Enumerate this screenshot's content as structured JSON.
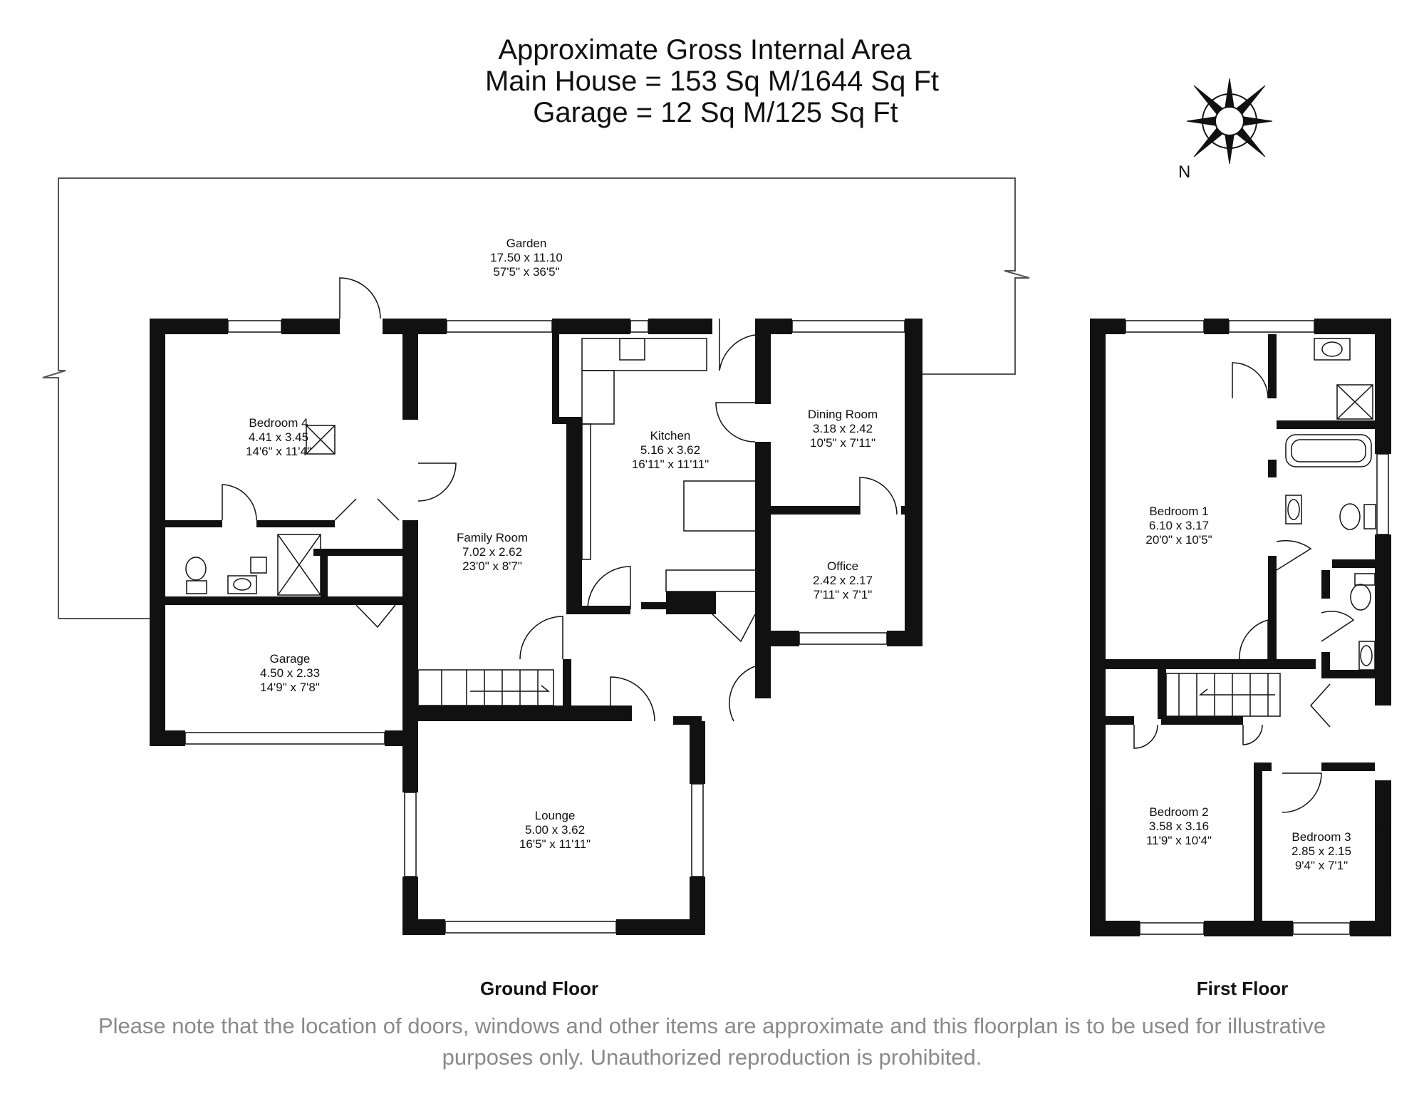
{
  "title": {
    "line1": "Approximate Gross Internal Area",
    "line2": "Main House = 153 Sq M/1644 Sq Ft",
    "line3": "Garage = 12 Sq M/125 Sq Ft"
  },
  "compass": {
    "north_label": "N",
    "icon": "compass-rose-icon"
  },
  "rooms": {
    "garden": {
      "name": "Garden",
      "metric": "17.50 x 11.10",
      "imperial": "57'5\" x 36'5\""
    },
    "bedroom4": {
      "name": "Bedroom 4",
      "metric": "4.41 x 3.45",
      "imperial": "14'6\" x 11'4\""
    },
    "kitchen": {
      "name": "Kitchen",
      "metric": "5.16 x 3.62",
      "imperial": "16'11\" x 11'11\""
    },
    "dining": {
      "name": "Dining Room",
      "metric": "3.18 x 2.42",
      "imperial": "10'5\" x 7'11\""
    },
    "family": {
      "name": "Family Room",
      "metric": "7.02 x 2.62",
      "imperial": "23'0\" x 8'7\""
    },
    "office": {
      "name": "Office",
      "metric": "2.42 x 2.17",
      "imperial": "7'11\" x 7'1\""
    },
    "garage": {
      "name": "Garage",
      "metric": "4.50 x 2.33",
      "imperial": "14'9\" x 7'8\""
    },
    "lounge": {
      "name": "Lounge",
      "metric": "5.00 x 3.62",
      "imperial": "16'5\" x 11'11\""
    },
    "bedroom1": {
      "name": "Bedroom 1",
      "metric": "6.10 x 3.17",
      "imperial": "20'0\" x 10'5\""
    },
    "bedroom2": {
      "name": "Bedroom 2",
      "metric": "3.58 x 3.16",
      "imperial": "11'9\" x 10'4\""
    },
    "bedroom3": {
      "name": "Bedroom 3",
      "metric": "2.85 x 2.15",
      "imperial": "9'4\" x 7'1\""
    }
  },
  "floors": {
    "ground": "Ground Floor",
    "first": "First Floor"
  },
  "disclaimer": {
    "line1": "Please note that the location of doors, windows and other items are approximate and this floorplan is to be used for illustrative",
    "line2": "purposes only. Unauthorized reproduction is prohibited."
  }
}
